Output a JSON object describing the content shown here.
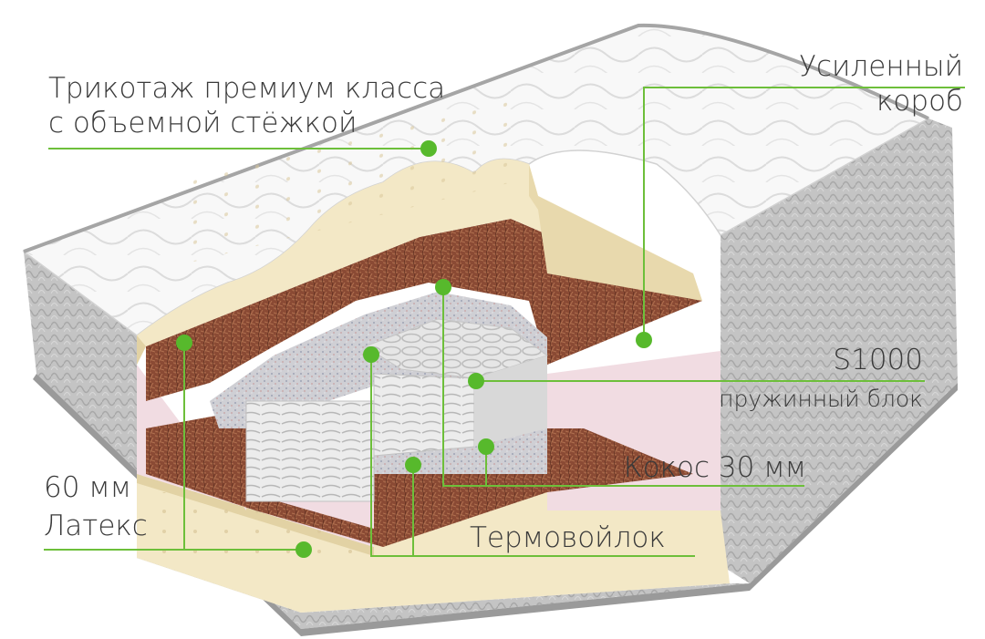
{
  "labels": {
    "knit": {
      "line1": "Трикотаж премиум класса",
      "line2": "с объемной стёжкой"
    },
    "box": {
      "line1": "Усиленный",
      "line2": "короб"
    },
    "spring": {
      "line1": "S1000",
      "line2": "пружинный блок"
    },
    "coconut": {
      "text": "Кокос 30 мм"
    },
    "latex": {
      "line1": "60 мм",
      "line2": "Латекс"
    },
    "felt": {
      "text": "Термовойлок"
    }
  },
  "colors": {
    "accent": "#6dbf3a",
    "dot": "#57b92c",
    "text": "#3a3a3a",
    "latex": "#f3e8c6",
    "coconut": "#8a4a34",
    "foam": "#f1dce2",
    "felt": "#cfcfd4",
    "springs": "#e4e4e4",
    "cover_side": "#bdbdbd",
    "quilt_top": "#f7f7f7"
  }
}
